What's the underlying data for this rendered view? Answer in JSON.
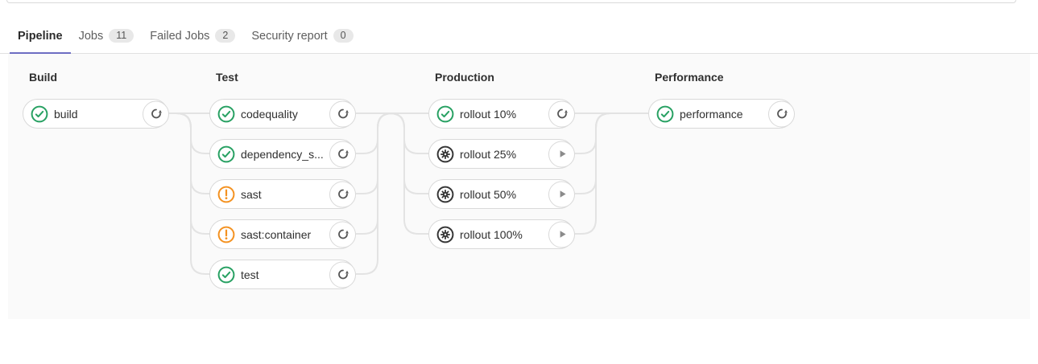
{
  "colors": {
    "accent": "#6d6dc2",
    "success": "#28a163",
    "warning": "#f49221",
    "manual": "#363636",
    "line": "#e3e3e3",
    "pill-border": "#d9d9d9",
    "graph-bg": "#fafafa",
    "icon-gray": "#565656"
  },
  "tabs": [
    {
      "label": "Pipeline",
      "active": true
    },
    {
      "label": "Jobs",
      "badge": "11"
    },
    {
      "label": "Failed Jobs",
      "badge": "2"
    },
    {
      "label": "Security report",
      "badge": "0"
    }
  ],
  "stages": [
    {
      "title": "Build",
      "jobs": [
        {
          "name": "build",
          "status": "success",
          "action": "retry"
        }
      ]
    },
    {
      "title": "Test",
      "jobs": [
        {
          "name": "codequality",
          "status": "success",
          "action": "retry"
        },
        {
          "name": "dependency_s...",
          "status": "success",
          "action": "retry"
        },
        {
          "name": "sast",
          "status": "warning",
          "action": "retry"
        },
        {
          "name": "sast:container",
          "status": "warning",
          "action": "retry"
        },
        {
          "name": "test",
          "status": "success",
          "action": "retry"
        }
      ]
    },
    {
      "title": "Production",
      "jobs": [
        {
          "name": "rollout 10%",
          "status": "success",
          "action": "retry"
        },
        {
          "name": "rollout 25%",
          "status": "manual",
          "action": "play"
        },
        {
          "name": "rollout 50%",
          "status": "manual",
          "action": "play"
        },
        {
          "name": "rollout 100%",
          "status": "manual",
          "action": "play"
        }
      ]
    },
    {
      "title": "Performance",
      "jobs": [
        {
          "name": "performance",
          "status": "success",
          "action": "retry"
        }
      ]
    }
  ]
}
